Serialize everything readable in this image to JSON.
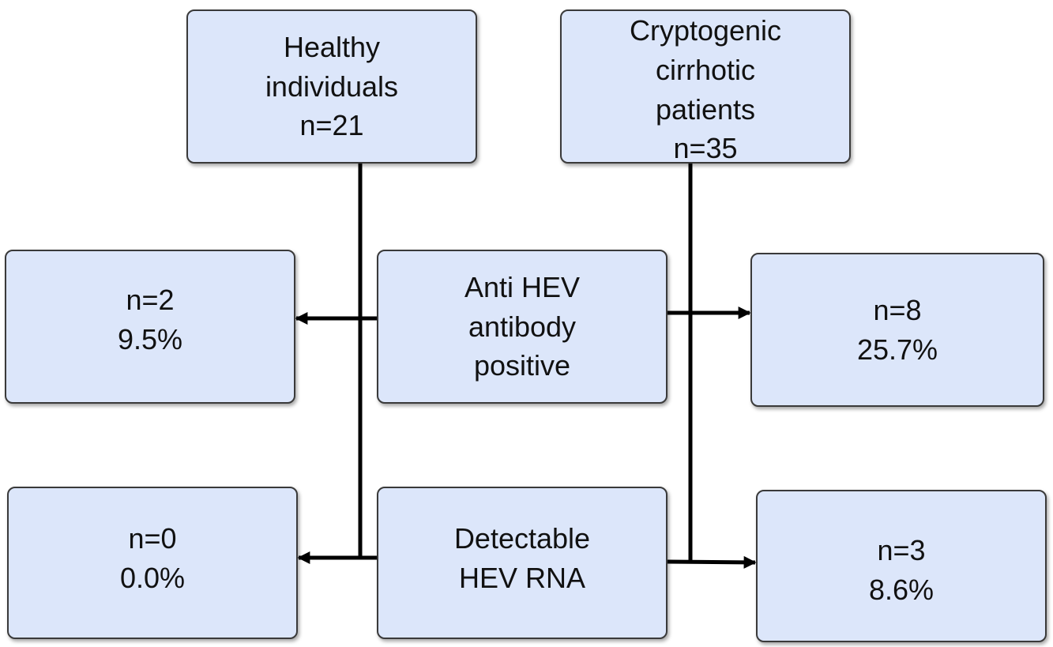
{
  "groups": {
    "healthy": {
      "lines": [
        "Healthy",
        "individuals",
        "n=21"
      ]
    },
    "cirrhotic": {
      "lines": [
        "Cryptogenic",
        "cirrhotic",
        "patients",
        "n=35"
      ]
    }
  },
  "tests": {
    "antibody": {
      "lines": [
        "Anti HEV",
        "antibody",
        "positive"
      ],
      "healthy_result": {
        "n": "n=2",
        "pct": "9.5%"
      },
      "cirrhotic_result": {
        "n": "n=8",
        "pct": "25.7%"
      }
    },
    "rna": {
      "lines": [
        "Detectable",
        "HEV RNA"
      ],
      "healthy_result": {
        "n": "n=0",
        "pct": "0.0%"
      },
      "cirrhotic_result": {
        "n": "n=3",
        "pct": "8.6%"
      }
    }
  },
  "colors": {
    "box_fill": "#dce6fa",
    "box_border": "#3a3a3a",
    "connector": "#000000"
  }
}
